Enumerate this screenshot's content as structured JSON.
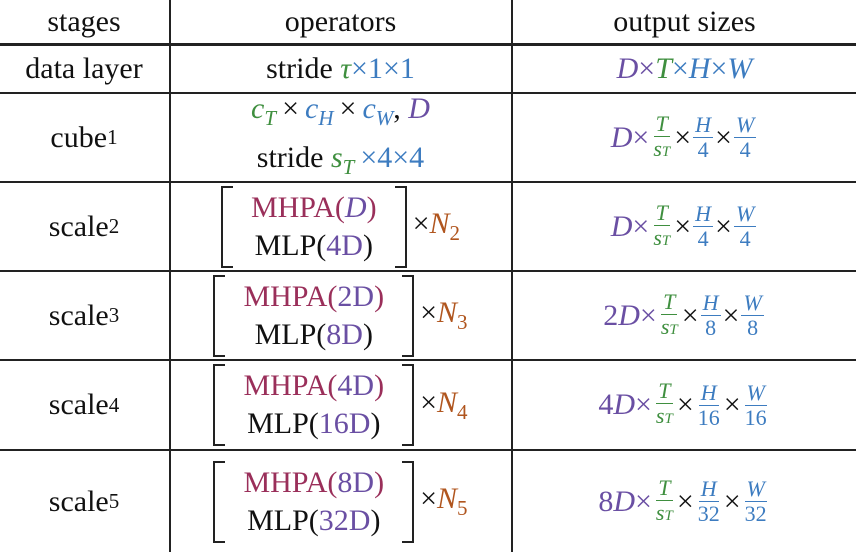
{
  "headers": {
    "stages": "stages",
    "operators": "operators",
    "output_sizes": "output sizes"
  },
  "rows": [
    {
      "stage": "data layer",
      "op_stride_word": "stride"
    },
    {
      "stage": "cube",
      "stage_sub": "1",
      "op_stride_word": "stride"
    },
    {
      "stage": "scale",
      "stage_sub": "2",
      "mhpa": "MHPA",
      "mhpa_arg": "D",
      "mlp": "MLP",
      "mlp_arg": "4D",
      "n": "N",
      "n_sub": "2"
    },
    {
      "stage": "scale",
      "stage_sub": "3",
      "mhpa": "MHPA",
      "mhpa_arg": "2D",
      "mlp": "MLP",
      "mlp_arg": "8D",
      "n": "N",
      "n_sub": "3"
    },
    {
      "stage": "scale",
      "stage_sub": "4",
      "mhpa": "MHPA",
      "mhpa_arg": "4D",
      "mlp": "MLP",
      "mlp_arg": "16D",
      "n": "N",
      "n_sub": "4"
    },
    {
      "stage": "scale",
      "stage_sub": "5",
      "mhpa": "MHPA",
      "mhpa_arg": "8D",
      "mlp": "MLP",
      "mlp_arg": "32D",
      "n": "N",
      "n_sub": "5"
    }
  ],
  "colors": {
    "purple": "#6a4fa3",
    "green": "#3f8f3f",
    "blue": "#3d7cc0",
    "magenta": "#9a2f5a",
    "orange": "#b0551e"
  }
}
